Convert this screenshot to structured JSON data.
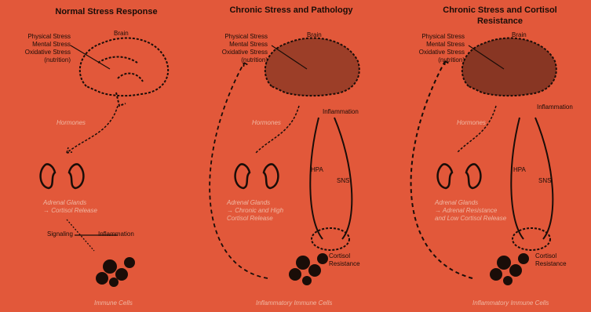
{
  "panels": [
    {
      "title": "Normal Stress Response",
      "brain": "Brain",
      "stressors": [
        "Physical Stress",
        "Mental Stress",
        "Oxidative Stress",
        "(nutrition)"
      ],
      "hormone": "Hormones",
      "adrenal": [
        "Adrenal Glands",
        "→ Cortisol Release"
      ],
      "signal_left": "Signaling",
      "signal_right": "Inflammation",
      "cells": "Immune Cells"
    },
    {
      "title": "Chronic Stress and Pathology",
      "brain": "Brain",
      "stressors": [
        "Physical Stress",
        "Mental Stress",
        "Oxidative Stress",
        "(nutrition)"
      ],
      "hormone": "Hormones",
      "adrenal": [
        "Adrenal Glands",
        "→ Chronic and High",
        "Cortisol Release"
      ],
      "loop_top": "Inflammation",
      "loop_left": "HPA",
      "loop_right": "SNS",
      "resistance": [
        "Cortisol",
        "Resistance"
      ],
      "cells": "Inflammatory Immune Cells"
    },
    {
      "title": "Chronic Stress and Cortisol Resistance",
      "brain": "Brain",
      "stressors": [
        "Physical Stress",
        "Mental Stress",
        "Oxidative Stress",
        "(nutrition)"
      ],
      "hormone": "Hormones",
      "adrenal": [
        "Adrenal Glands",
        "→ Adrenal Resistance",
        "and Low Cortisol Release"
      ],
      "loop_top": "Inflammation",
      "loop_left": "HPA",
      "loop_right": "SNS",
      "resistance": [
        "Cortisol",
        "Resistance"
      ],
      "cells": "Inflammatory Immune Cells"
    }
  ]
}
